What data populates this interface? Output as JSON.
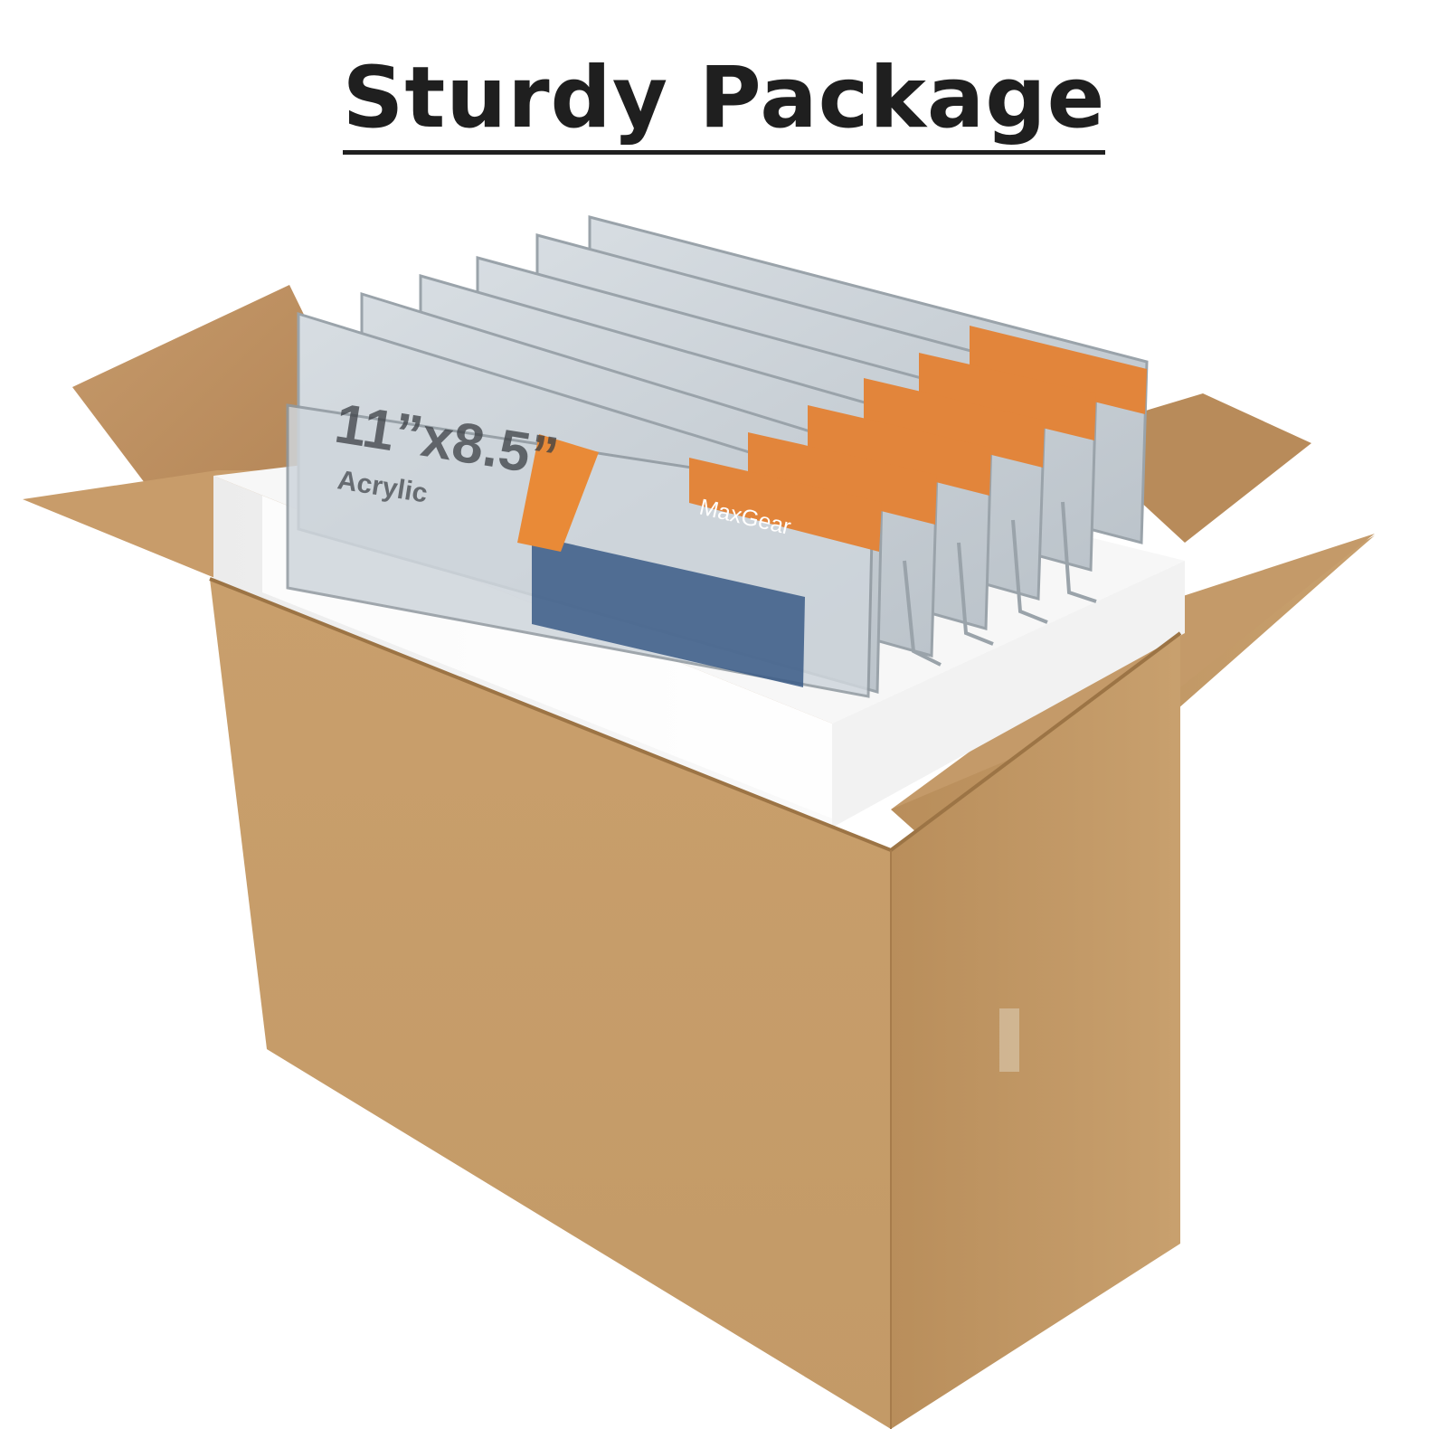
{
  "headline": "Sturdy Package",
  "product": {
    "brand_label": "MaxGear",
    "size_label": "11”x8.5”",
    "material_label": "Acrylic"
  },
  "colors": {
    "cardboard": "#c9a06f",
    "cardboard_dark": "#a97d4c",
    "foam": "#f4f4f4",
    "brand_tag": "#e2853b",
    "headline": "#1f1f1f"
  }
}
